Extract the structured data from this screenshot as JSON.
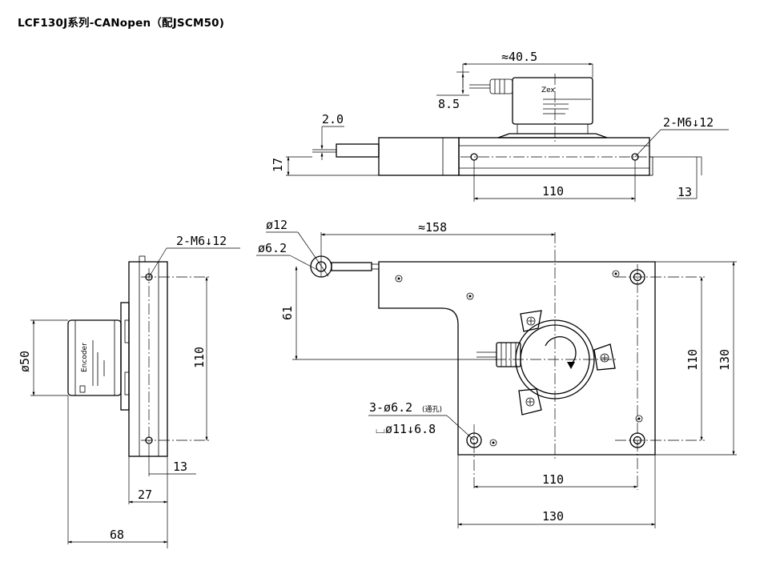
{
  "title": "LCF130J系列-CANopen（配JSCM50)",
  "top_view": {
    "connector_length": "≈40.5",
    "connector_offset": "8.5",
    "wire_diameter": "2.0",
    "body_height": "17",
    "mount_spacing": "110",
    "mount_edge": "13",
    "thread_callout": "2-M6↓12"
  },
  "side_view": {
    "thread_callout": "2-M6↓12",
    "encoder_diameter": "ø50",
    "hole_spacing": "110",
    "flange": "13",
    "plate_depth": "27",
    "total_depth": "68",
    "encoder_label": "Encoder"
  },
  "front_view": {
    "eyelet_outer": "ø12",
    "eyelet_inner": "ø6.2",
    "extension": "≈158",
    "eyelet_height": "61",
    "hole_spacing_v": "110",
    "height": "130",
    "hole_spacing_h": "110",
    "width": "130",
    "holes_callout": "3-ø6.2",
    "holes_note": "(通孔)",
    "counterbore": "⌴ø11↓6.8"
  },
  "colors": {
    "line": "#000000",
    "background": "#ffffff"
  }
}
